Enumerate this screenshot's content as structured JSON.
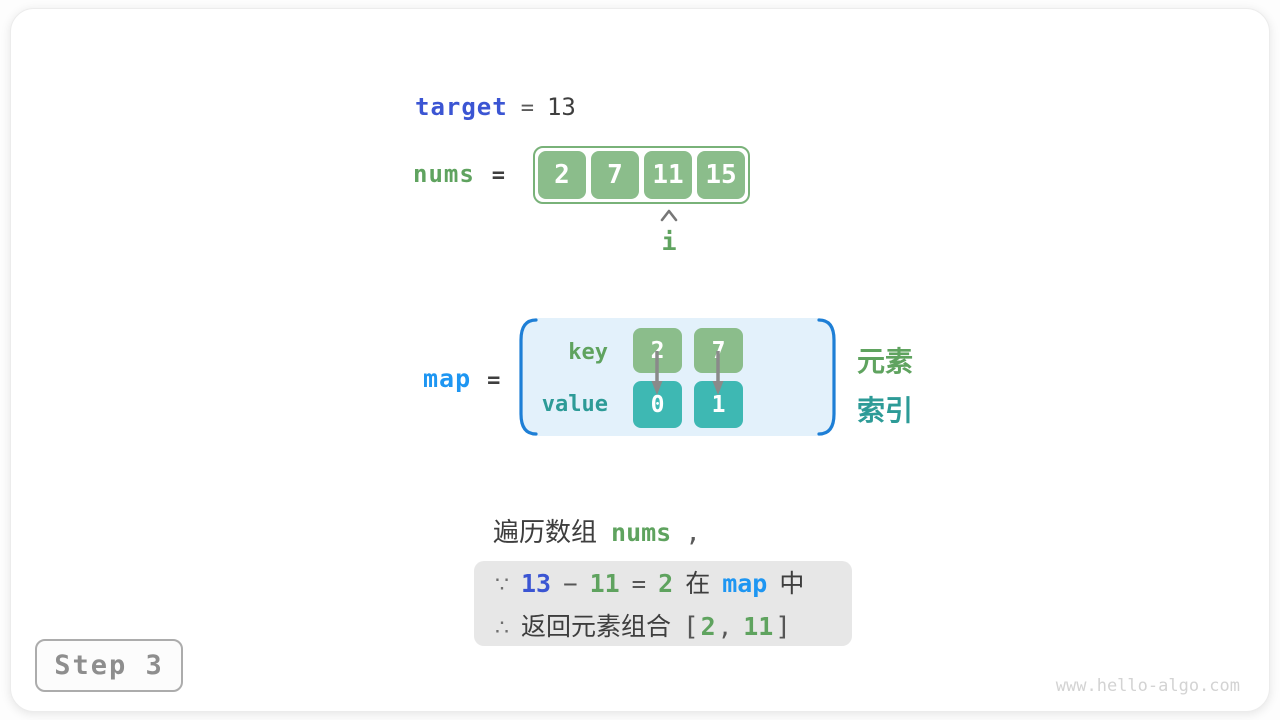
{
  "colors": {
    "royal_blue": "#3B55D3",
    "sky_blue": "#1E96F2",
    "green_text": "#5FA35F",
    "green_box": "#8BBD8B",
    "green_border": "#79B279",
    "teal_text": "#2D9B97",
    "teal_box": "#3EB8B3",
    "dark_text": "#3E3E3E",
    "gray_symbol": "#6F6F6F",
    "note_bg": "#E7E7E7",
    "map_bg": "#E3F1FB",
    "bracket_blue": "#1E7FD6",
    "step_gray": "#8E8E8E",
    "step_border": "#ACACAC",
    "url_gray": "#D3D3D3",
    "arrow_gray": "#8A8A8A"
  },
  "target_row": {
    "label": "target",
    "eq": "=",
    "value": "13"
  },
  "nums_row": {
    "label": "nums",
    "eq": "=",
    "cells": [
      "2",
      "7",
      "11",
      "15"
    ],
    "pointer": {
      "index_label": "i"
    }
  },
  "map_row": {
    "label": "map",
    "eq": "=",
    "key_label": "key",
    "value_label": "value",
    "keys": [
      "2",
      "7"
    ],
    "values": [
      "0",
      "1"
    ],
    "side_labels": {
      "element": "元素",
      "index": "索引"
    }
  },
  "caption": {
    "prefix": "遍历数组",
    "code": "nums",
    "comma": ","
  },
  "note_box": {
    "line1": {
      "because": "∵",
      "minuend": "13",
      "minus": "−",
      "subtrahend": "11",
      "eq": "=",
      "difference": "2",
      "in_prefix": "在",
      "map": "map",
      "in_suffix": "中"
    },
    "line2": {
      "therefore": "∴",
      "text": "返回元素组合",
      "open_bracket": "[",
      "first": "2",
      "comma": ",",
      "second": "11",
      "close_bracket": "]"
    }
  },
  "step_badge": {
    "label": "Step 3"
  },
  "watermark": {
    "url": "www.hello-algo.com"
  }
}
